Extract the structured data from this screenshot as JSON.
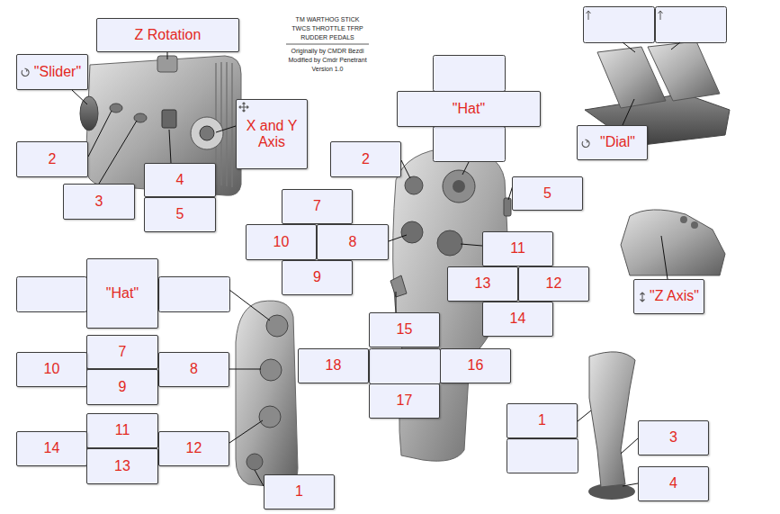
{
  "diagram": {
    "title": "TM WARTHOG STICK TWCS THROTTLE TFRP RUDDER PEDALS",
    "nodes": [
      {
        "text": [
          "Z Rotation"
        ]
      },
      {
        "text": [
          "\"Slider\""
        ]
      },
      {
        "text": [
          "\"Hat\""
        ]
      },
      {
        "text": [
          "X and Y Axis"
        ]
      },
      {
        "text": [
          "\"Dial\""
        ]
      },
      {
        "text": [
          "2"
        ]
      },
      {
        "text": [
          "2"
        ]
      },
      {
        "text": [
          "4"
        ]
      },
      {
        "text": [
          "3"
        ]
      },
      {
        "text": [
          "5"
        ]
      },
      {
        "text": [
          "7"
        ]
      },
      {
        "text": [
          "5"
        ]
      },
      {
        "text": [
          "10"
        ]
      },
      {
        "text": [
          "8"
        ]
      },
      {
        "text": [
          "11"
        ]
      },
      {
        "text": [
          "\"Hat\""
        ]
      },
      {
        "text": [
          "13"
        ]
      },
      {
        "text": [
          "12"
        ]
      },
      {
        "text": [
          "9"
        ]
      },
      {
        "text": [
          "\"Z Axis\""
        ]
      },
      {
        "text": [
          "14"
        ]
      },
      {
        "text": [
          "15"
        ]
      },
      {
        "text": [
          "7"
        ]
      },
      {
        "text": [
          "18"
        ]
      },
      {
        "text": [
          "16"
        ]
      },
      {
        "text": [
          "10"
        ]
      },
      {
        "text": [
          "8"
        ]
      },
      {
        "text": [
          "9"
        ]
      },
      {
        "text": [
          "17"
        ]
      },
      {
        "text": [
          "1"
        ]
      },
      {
        "text": [
          "11"
        ]
      },
      {
        "text": [
          "3"
        ]
      },
      {
        "text": [
          "14"
        ]
      },
      {
        "text": [
          "12"
        ]
      },
      {
        "text": [
          "13"
        ]
      },
      {
        "text": [
          "4"
        ]
      },
      {
        "text": [
          "1"
        ]
      }
    ],
    "labels": [
      "Originally by CMDR Bezdi",
      "Modified by Cmdr Penetrant",
      "Version 1.0"
    ]
  }
}
